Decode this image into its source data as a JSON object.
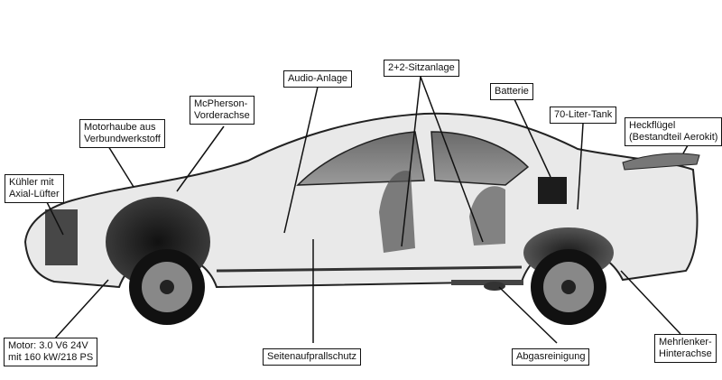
{
  "labels": {
    "motorhaube": {
      "line1": "Motorhaube aus",
      "line2": "Verbundwerkstoff"
    },
    "mcpherson": {
      "line1": "McPherson-",
      "line2": "Vorderachse"
    },
    "audio": {
      "line1": "Audio-Anlage"
    },
    "sitze": {
      "line1": "2+2-Sitzanlage"
    },
    "batterie": {
      "line1": "Batterie"
    },
    "tank": {
      "line1": "70-Liter-Tank"
    },
    "heckfluegel": {
      "line1": "Heckflügel",
      "line2": "(Bestandteil Aerokit)"
    },
    "kuehler": {
      "line1": "Kühler mit",
      "line2": "Axial-Lüfter"
    },
    "motor": {
      "line1": "Motor: 3.0 V6 24V",
      "line2": "mit 160 kW/218 PS"
    },
    "seitenaufprall": {
      "line1": "Seitenaufprallschutz"
    },
    "abgas": {
      "line1": "Abgasreinigung"
    },
    "mehrlenker": {
      "line1": "Mehrlenker-",
      "line2": "Hinterachse"
    }
  },
  "colors": {
    "ink": "#111111",
    "background": "#ffffff",
    "body_shadow": "#3a3a3a",
    "glass": "#8a8a8a"
  }
}
